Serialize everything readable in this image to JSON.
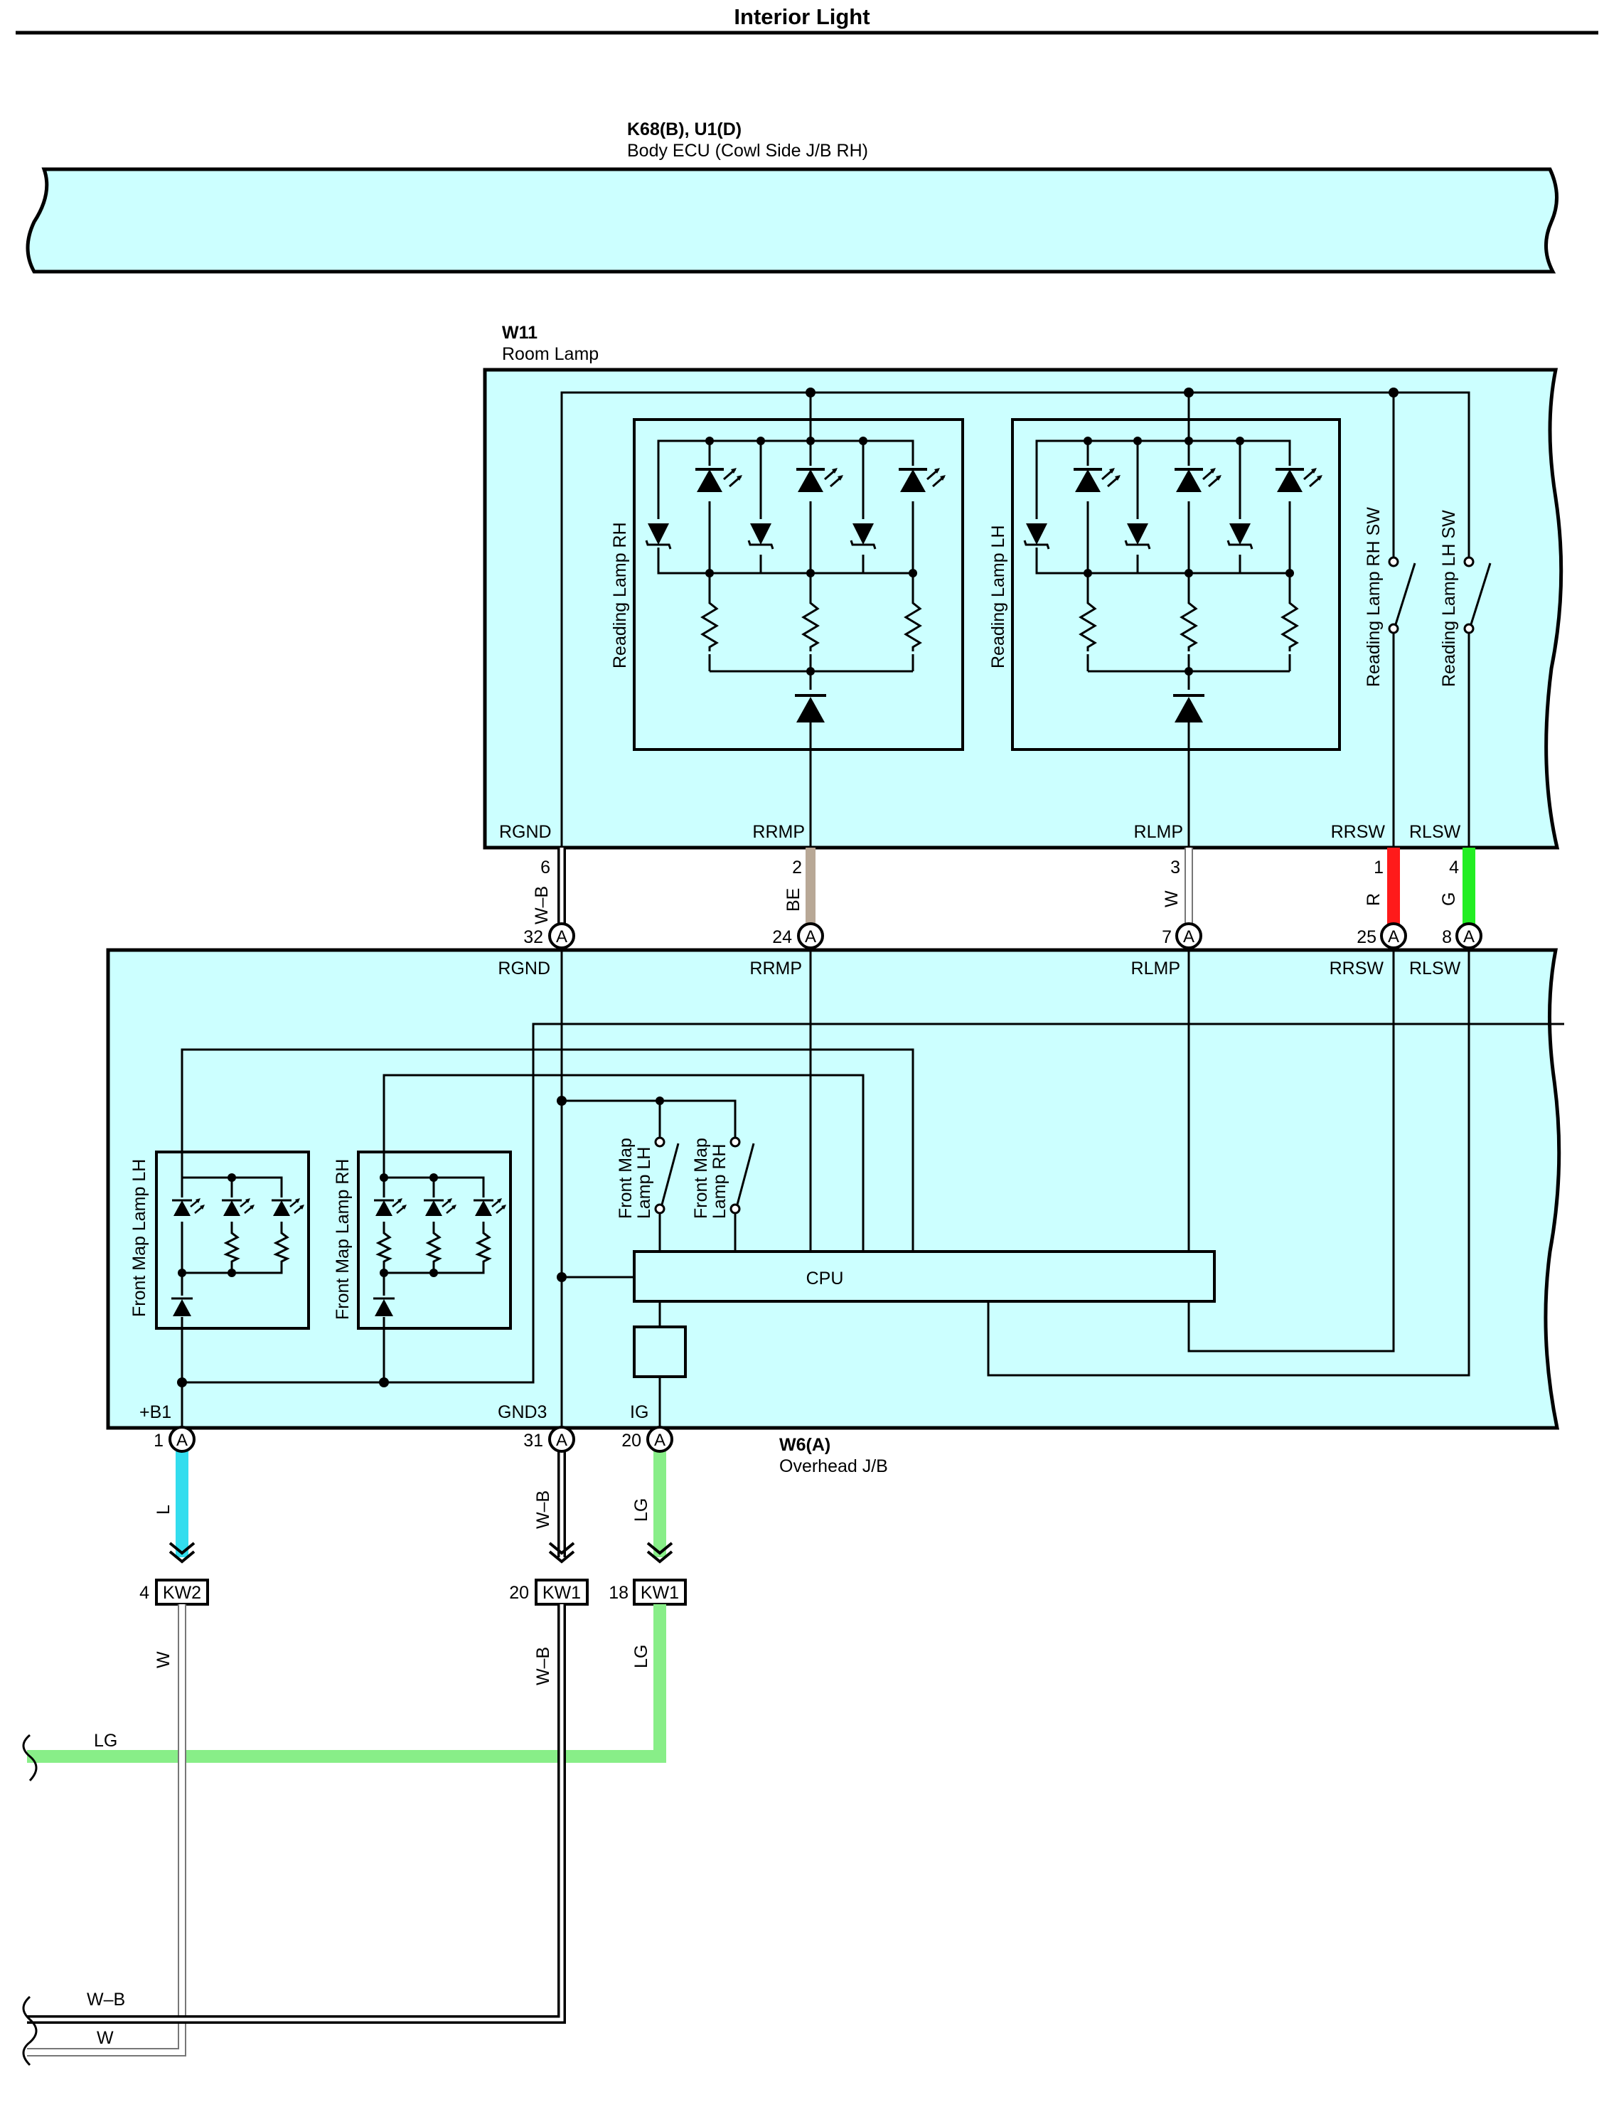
{
  "title": "Interior Light",
  "body_ecu": {
    "code": "K68(B), U1(D)",
    "name": "Body ECU (Cowl Side J/B RH)"
  },
  "room_lamp": {
    "code": "W11",
    "name": "Room Lamp",
    "reading_rh": "Reading Lamp RH",
    "reading_lh": "Reading Lamp LH",
    "sw_rh": "Reading Lamp RH SW",
    "sw_lh": "Reading Lamp LH SW",
    "terminals": {
      "rgnd": "RGND",
      "rrmp": "RRMP",
      "rlmp": "RLMP",
      "rrsw": "RRSW",
      "rlsw": "RLSW"
    },
    "pins": {
      "rgnd": "6",
      "rrmp": "2",
      "rlmp": "3",
      "rrsw": "1",
      "rlsw": "4"
    }
  },
  "wires_upper": {
    "rgnd": "W–B",
    "rrmp": "BE",
    "rlmp": "W",
    "rrsw": "R",
    "rlsw": "G"
  },
  "overhead": {
    "code": "W6(A)",
    "name": "Overhead J/B",
    "connector": "A",
    "terminals": {
      "rgnd": "RGND",
      "rrmp": "RRMP",
      "rlmp": "RLMP",
      "rrsw": "RRSW",
      "rlsw": "RLSW",
      "b1": "+B1",
      "gnd3": "GND3",
      "ig": "IG"
    },
    "pins_top": {
      "rgnd": "32",
      "rrmp": "24",
      "rlmp": "7",
      "rrsw": "25",
      "rlsw": "8"
    },
    "pins_bottom": {
      "b1": "1",
      "gnd3": "31",
      "ig": "20"
    },
    "front_lh": "Front Map Lamp LH",
    "front_rh": "Front Map Lamp RH",
    "sw_lh_1": "Front Map",
    "sw_lh_2": "Lamp LH",
    "sw_rh_1": "Front Map",
    "sw_rh_2": "Lamp RH",
    "cpu": "CPU"
  },
  "wires_lower": {
    "b1": "L",
    "gnd3": "W–B",
    "ig": "LG"
  },
  "connectors": {
    "kw2": {
      "name": "KW2",
      "pin": "4"
    },
    "kw1a": {
      "name": "KW1",
      "pin": "20"
    },
    "kw1b": {
      "name": "KW1",
      "pin": "18"
    }
  },
  "wires_below": {
    "kw2": "W",
    "kw1a": "W–B",
    "kw1b": "LG"
  },
  "bus": {
    "lg": "LG",
    "wb": "W–B",
    "w": "W"
  },
  "colors": {
    "fill": "#ccffff",
    "wire_be": "#b8a896",
    "wire_r": "#ff1a1a",
    "wire_g": "#22ee22",
    "wire_l": "#33ddee",
    "wire_lg": "#88ee88",
    "wire_w": "#ffffff"
  }
}
